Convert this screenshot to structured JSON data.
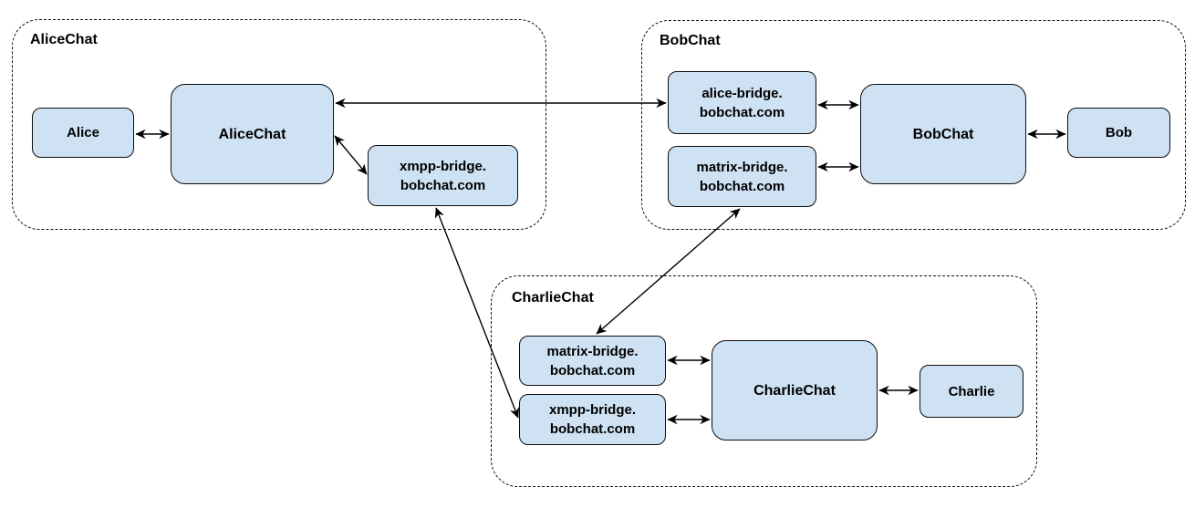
{
  "colors": {
    "node_fill": "#cfe2f3",
    "node_border": "#0d0d0d",
    "container_border": "#111111",
    "arrow": "#000000",
    "text": "#000000",
    "background": "#ffffff"
  },
  "containers": {
    "alice": {
      "label": "AliceChat"
    },
    "bob": {
      "label": "BobChat"
    },
    "charlie": {
      "label": "CharlieChat"
    }
  },
  "nodes": {
    "alice_user": {
      "label": "Alice"
    },
    "alice_server": {
      "label": "AliceChat"
    },
    "alice_xmpp_bridge": {
      "lines": [
        "xmpp-bridge.",
        "bobchat.com"
      ]
    },
    "bob_alice_bridge": {
      "lines": [
        "alice-bridge.",
        "bobchat.com"
      ]
    },
    "bob_matrix_bridge": {
      "lines": [
        "matrix-bridge.",
        "bobchat.com"
      ]
    },
    "bob_server": {
      "label": "BobChat"
    },
    "bob_user": {
      "label": "Bob"
    },
    "charlie_matrix_bridge": {
      "lines": [
        "matrix-bridge.",
        "bobchat.com"
      ]
    },
    "charlie_xmpp_bridge": {
      "lines": [
        "xmpp-bridge.",
        "bobchat.com"
      ]
    },
    "charlie_server": {
      "label": "CharlieChat"
    },
    "charlie_user": {
      "label": "Charlie"
    }
  },
  "edges": [
    {
      "from": "alice_user",
      "to": "alice_server",
      "bidirectional": true
    },
    {
      "from": "alice_server",
      "to": "bob_alice_bridge",
      "bidirectional": true
    },
    {
      "from": "alice_server",
      "to": "alice_xmpp_bridge",
      "bidirectional": true
    },
    {
      "from": "alice_xmpp_bridge",
      "to": "charlie_xmpp_bridge",
      "bidirectional": true
    },
    {
      "from": "bob_alice_bridge",
      "to": "bob_server",
      "bidirectional": true
    },
    {
      "from": "bob_matrix_bridge",
      "to": "bob_server",
      "bidirectional": true
    },
    {
      "from": "bob_server",
      "to": "bob_user",
      "bidirectional": true
    },
    {
      "from": "bob_matrix_bridge",
      "to": "charlie_matrix_bridge",
      "bidirectional": true
    },
    {
      "from": "charlie_matrix_bridge",
      "to": "charlie_server",
      "bidirectional": true
    },
    {
      "from": "charlie_xmpp_bridge",
      "to": "charlie_server",
      "bidirectional": true
    },
    {
      "from": "charlie_server",
      "to": "charlie_user",
      "bidirectional": true
    }
  ]
}
